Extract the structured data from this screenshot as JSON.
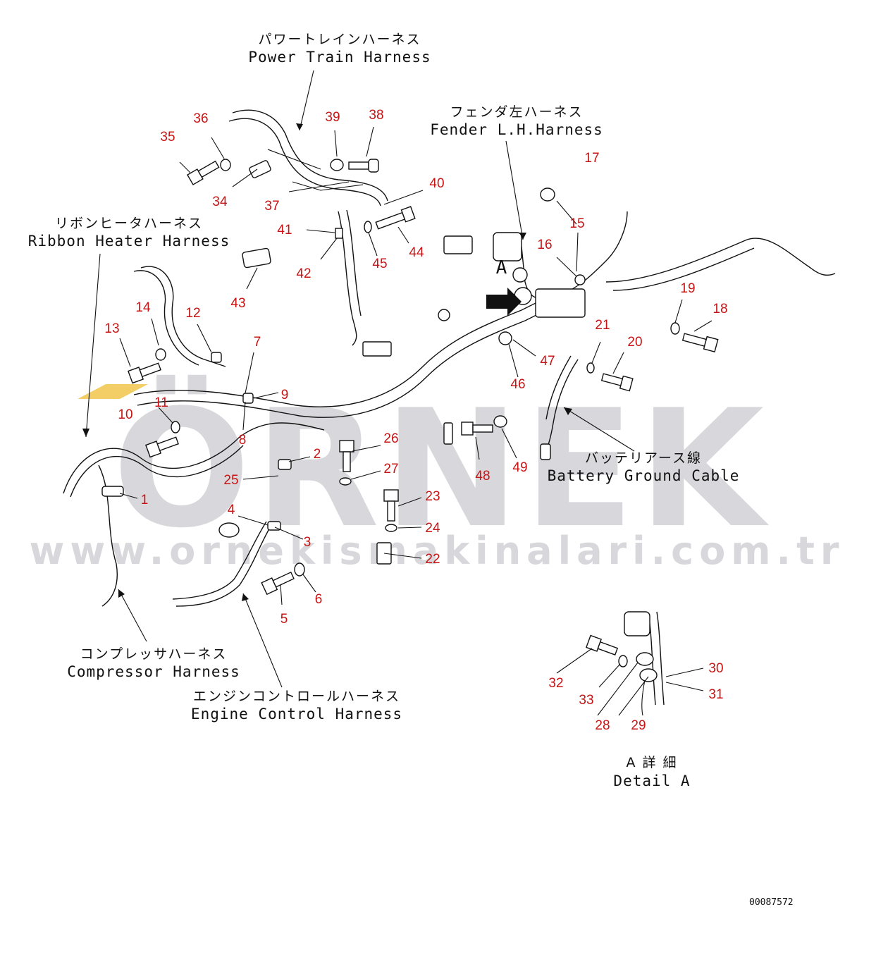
{
  "watermark": {
    "brand": "ÖRNEK",
    "url": "www.ornekismakinalari.com.tr"
  },
  "labels": {
    "power_train_ja": "パワートレインハーネス",
    "power_train_en": "Power Train Harness",
    "fender_ja": "フェンダ左ハーネス",
    "fender_en": "Fender L.H.Harness",
    "ribbon_ja": "リボンヒータハーネス",
    "ribbon_en": "Ribbon Heater Harness",
    "battery_ja": "バッテリアース線",
    "battery_en": "Battery Ground Cable",
    "compressor_ja": "コンプレッサハーネス",
    "compressor_en": "Compressor Harness",
    "engine_ja": "エンジンコントロールハーネス",
    "engine_en": "Engine Control Harness",
    "detail_ja": "A 詳 細",
    "detail_en": "Detail A",
    "view_letter": "A",
    "drawing_code": "00087572"
  },
  "callouts": [
    "1",
    "2",
    "3",
    "4",
    "5",
    "6",
    "7",
    "8",
    "9",
    "10",
    "11",
    "12",
    "13",
    "14",
    "15",
    "16",
    "17",
    "18",
    "19",
    "20",
    "21",
    "22",
    "23",
    "24",
    "25",
    "26",
    "27",
    "28",
    "29",
    "30",
    "31",
    "32",
    "33",
    "34",
    "35",
    "36",
    "37",
    "38",
    "39",
    "40",
    "41",
    "42",
    "43",
    "44",
    "45",
    "46",
    "47",
    "48",
    "49"
  ],
  "colors": {
    "callout": "#c81414",
    "line": "#111111",
    "watermark": "#d8d8dc",
    "watermark_accent": "#f0c040"
  }
}
